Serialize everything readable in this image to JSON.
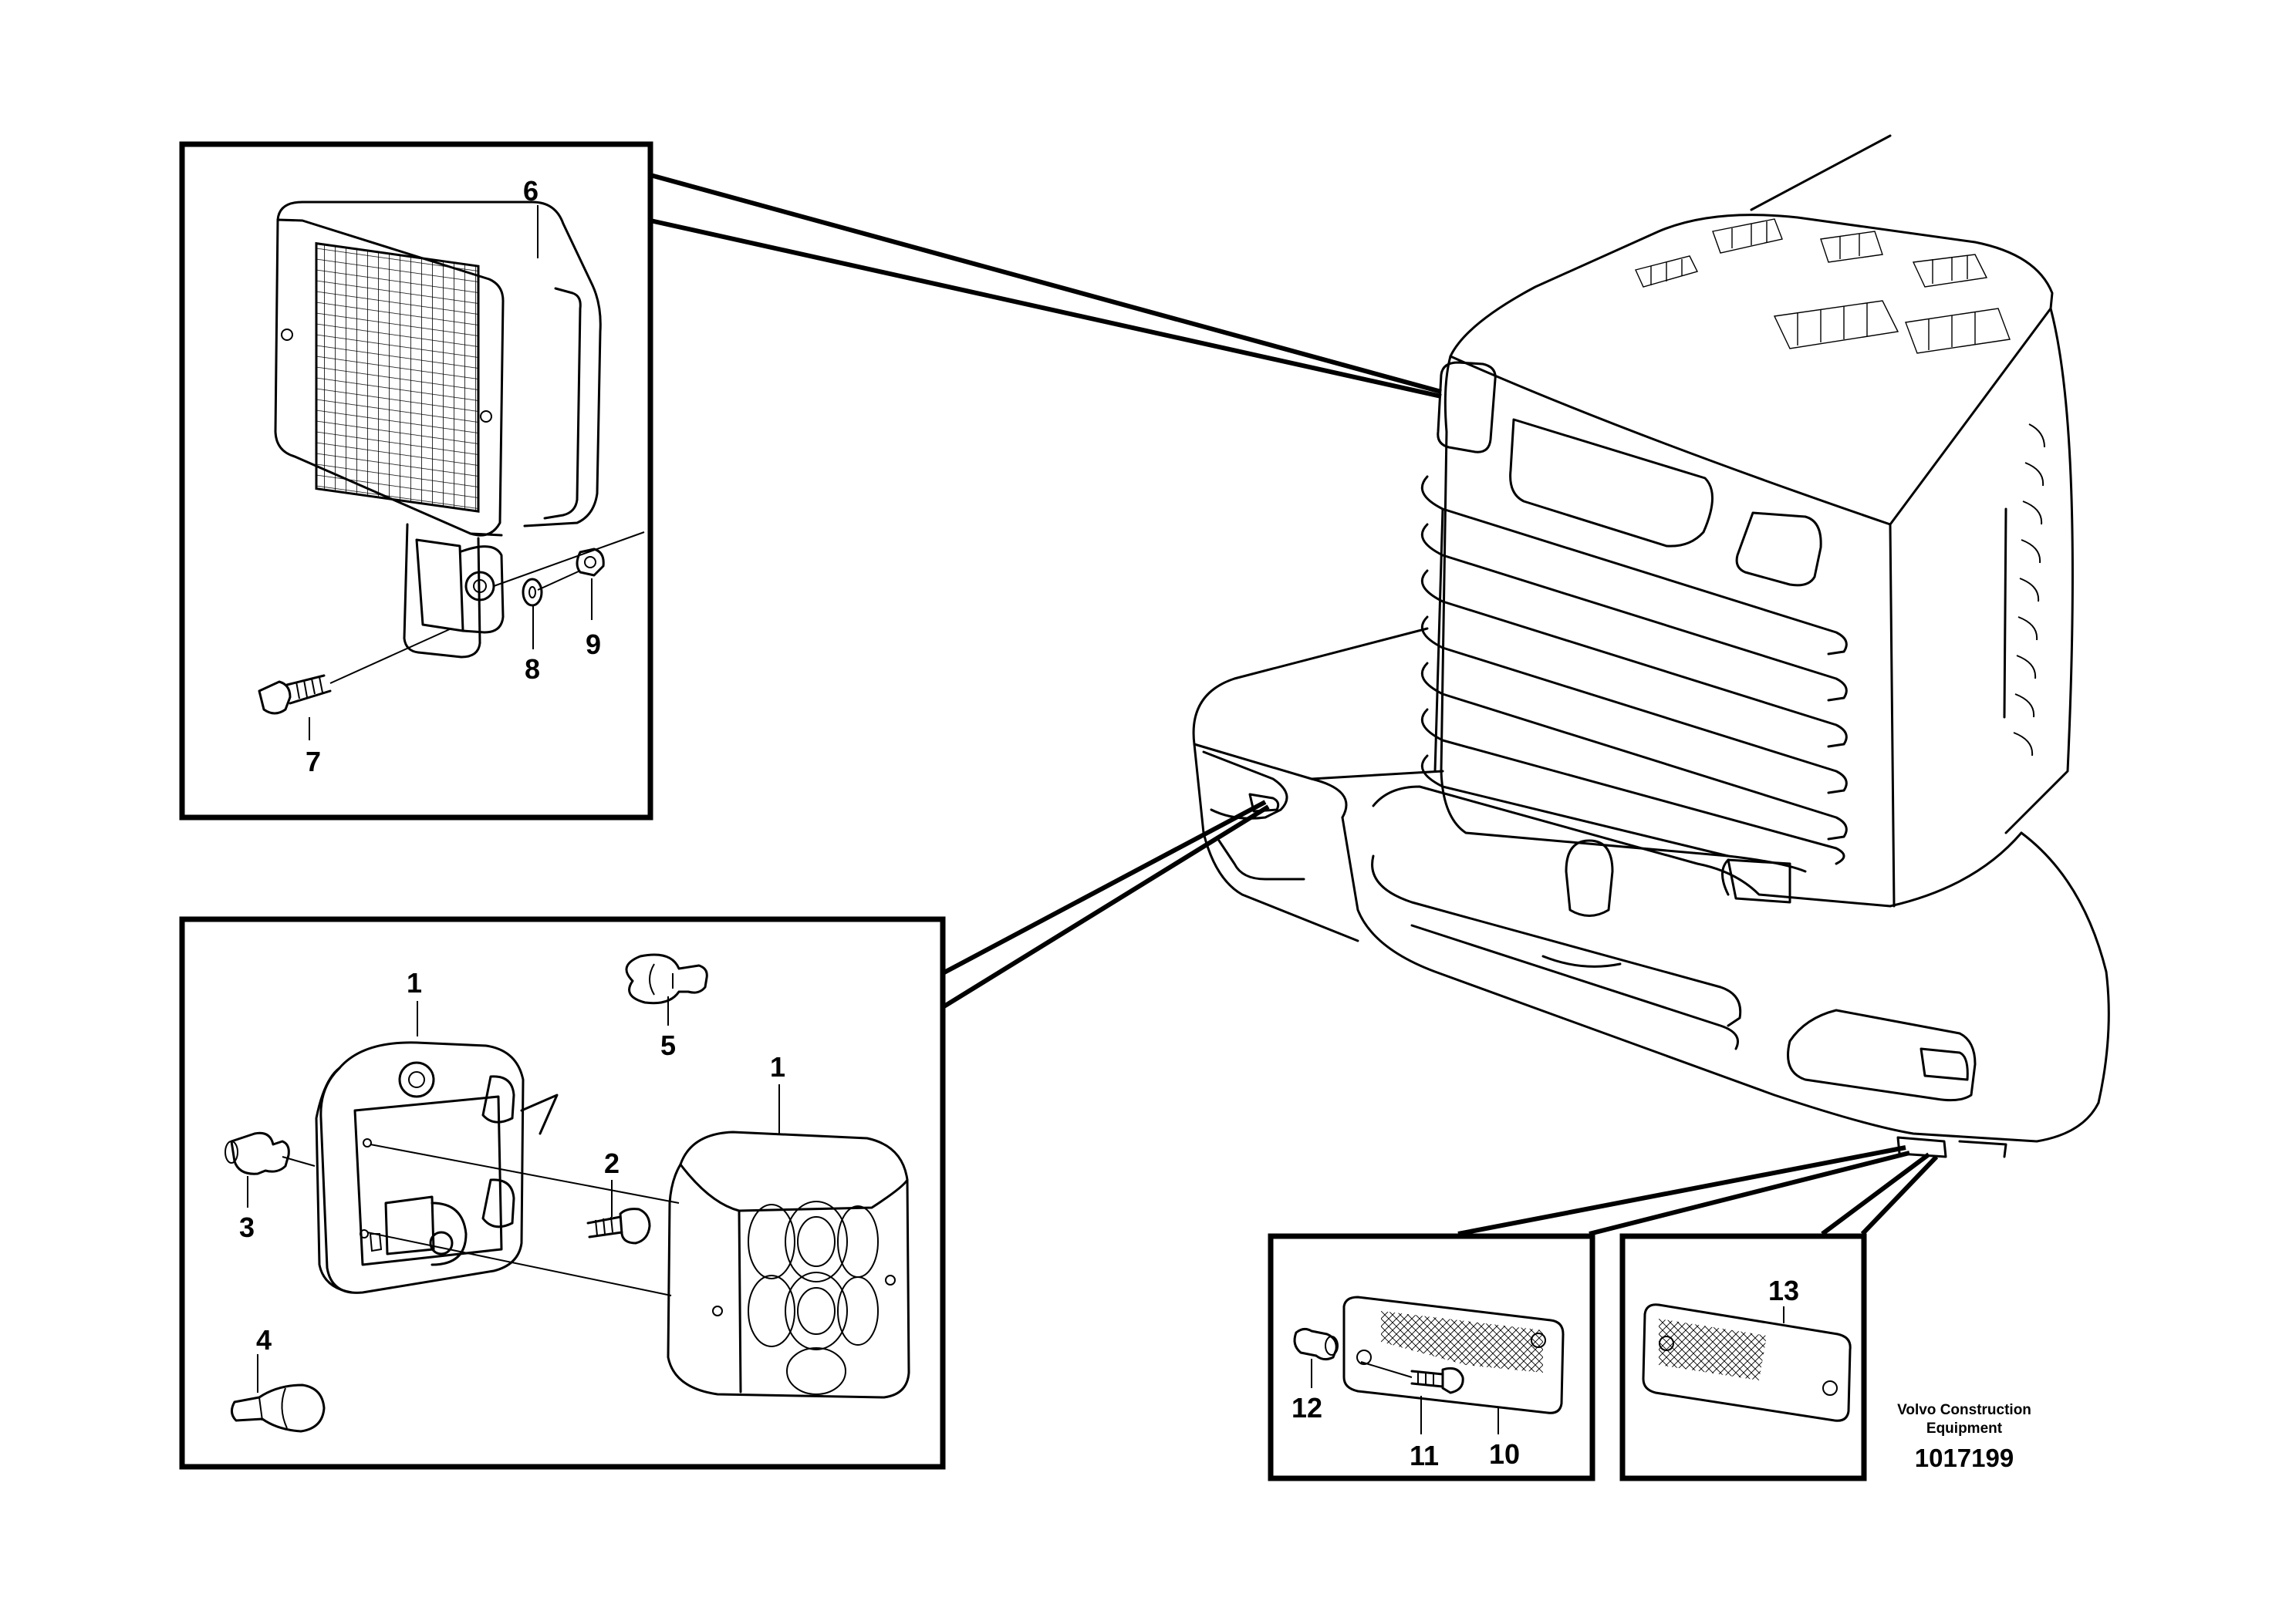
{
  "callouts": {
    "p1": "1",
    "p1b": "1",
    "p2": "2",
    "p3": "3",
    "p4": "4",
    "p5": "5",
    "p6": "6",
    "p7": "7",
    "p8": "8",
    "p9": "9",
    "p10": "10",
    "p11": "11",
    "p12": "12",
    "p13": "13"
  },
  "caption": {
    "line1": "Volvo Construction",
    "line2": "Equipment",
    "doc_number": "1017199"
  }
}
